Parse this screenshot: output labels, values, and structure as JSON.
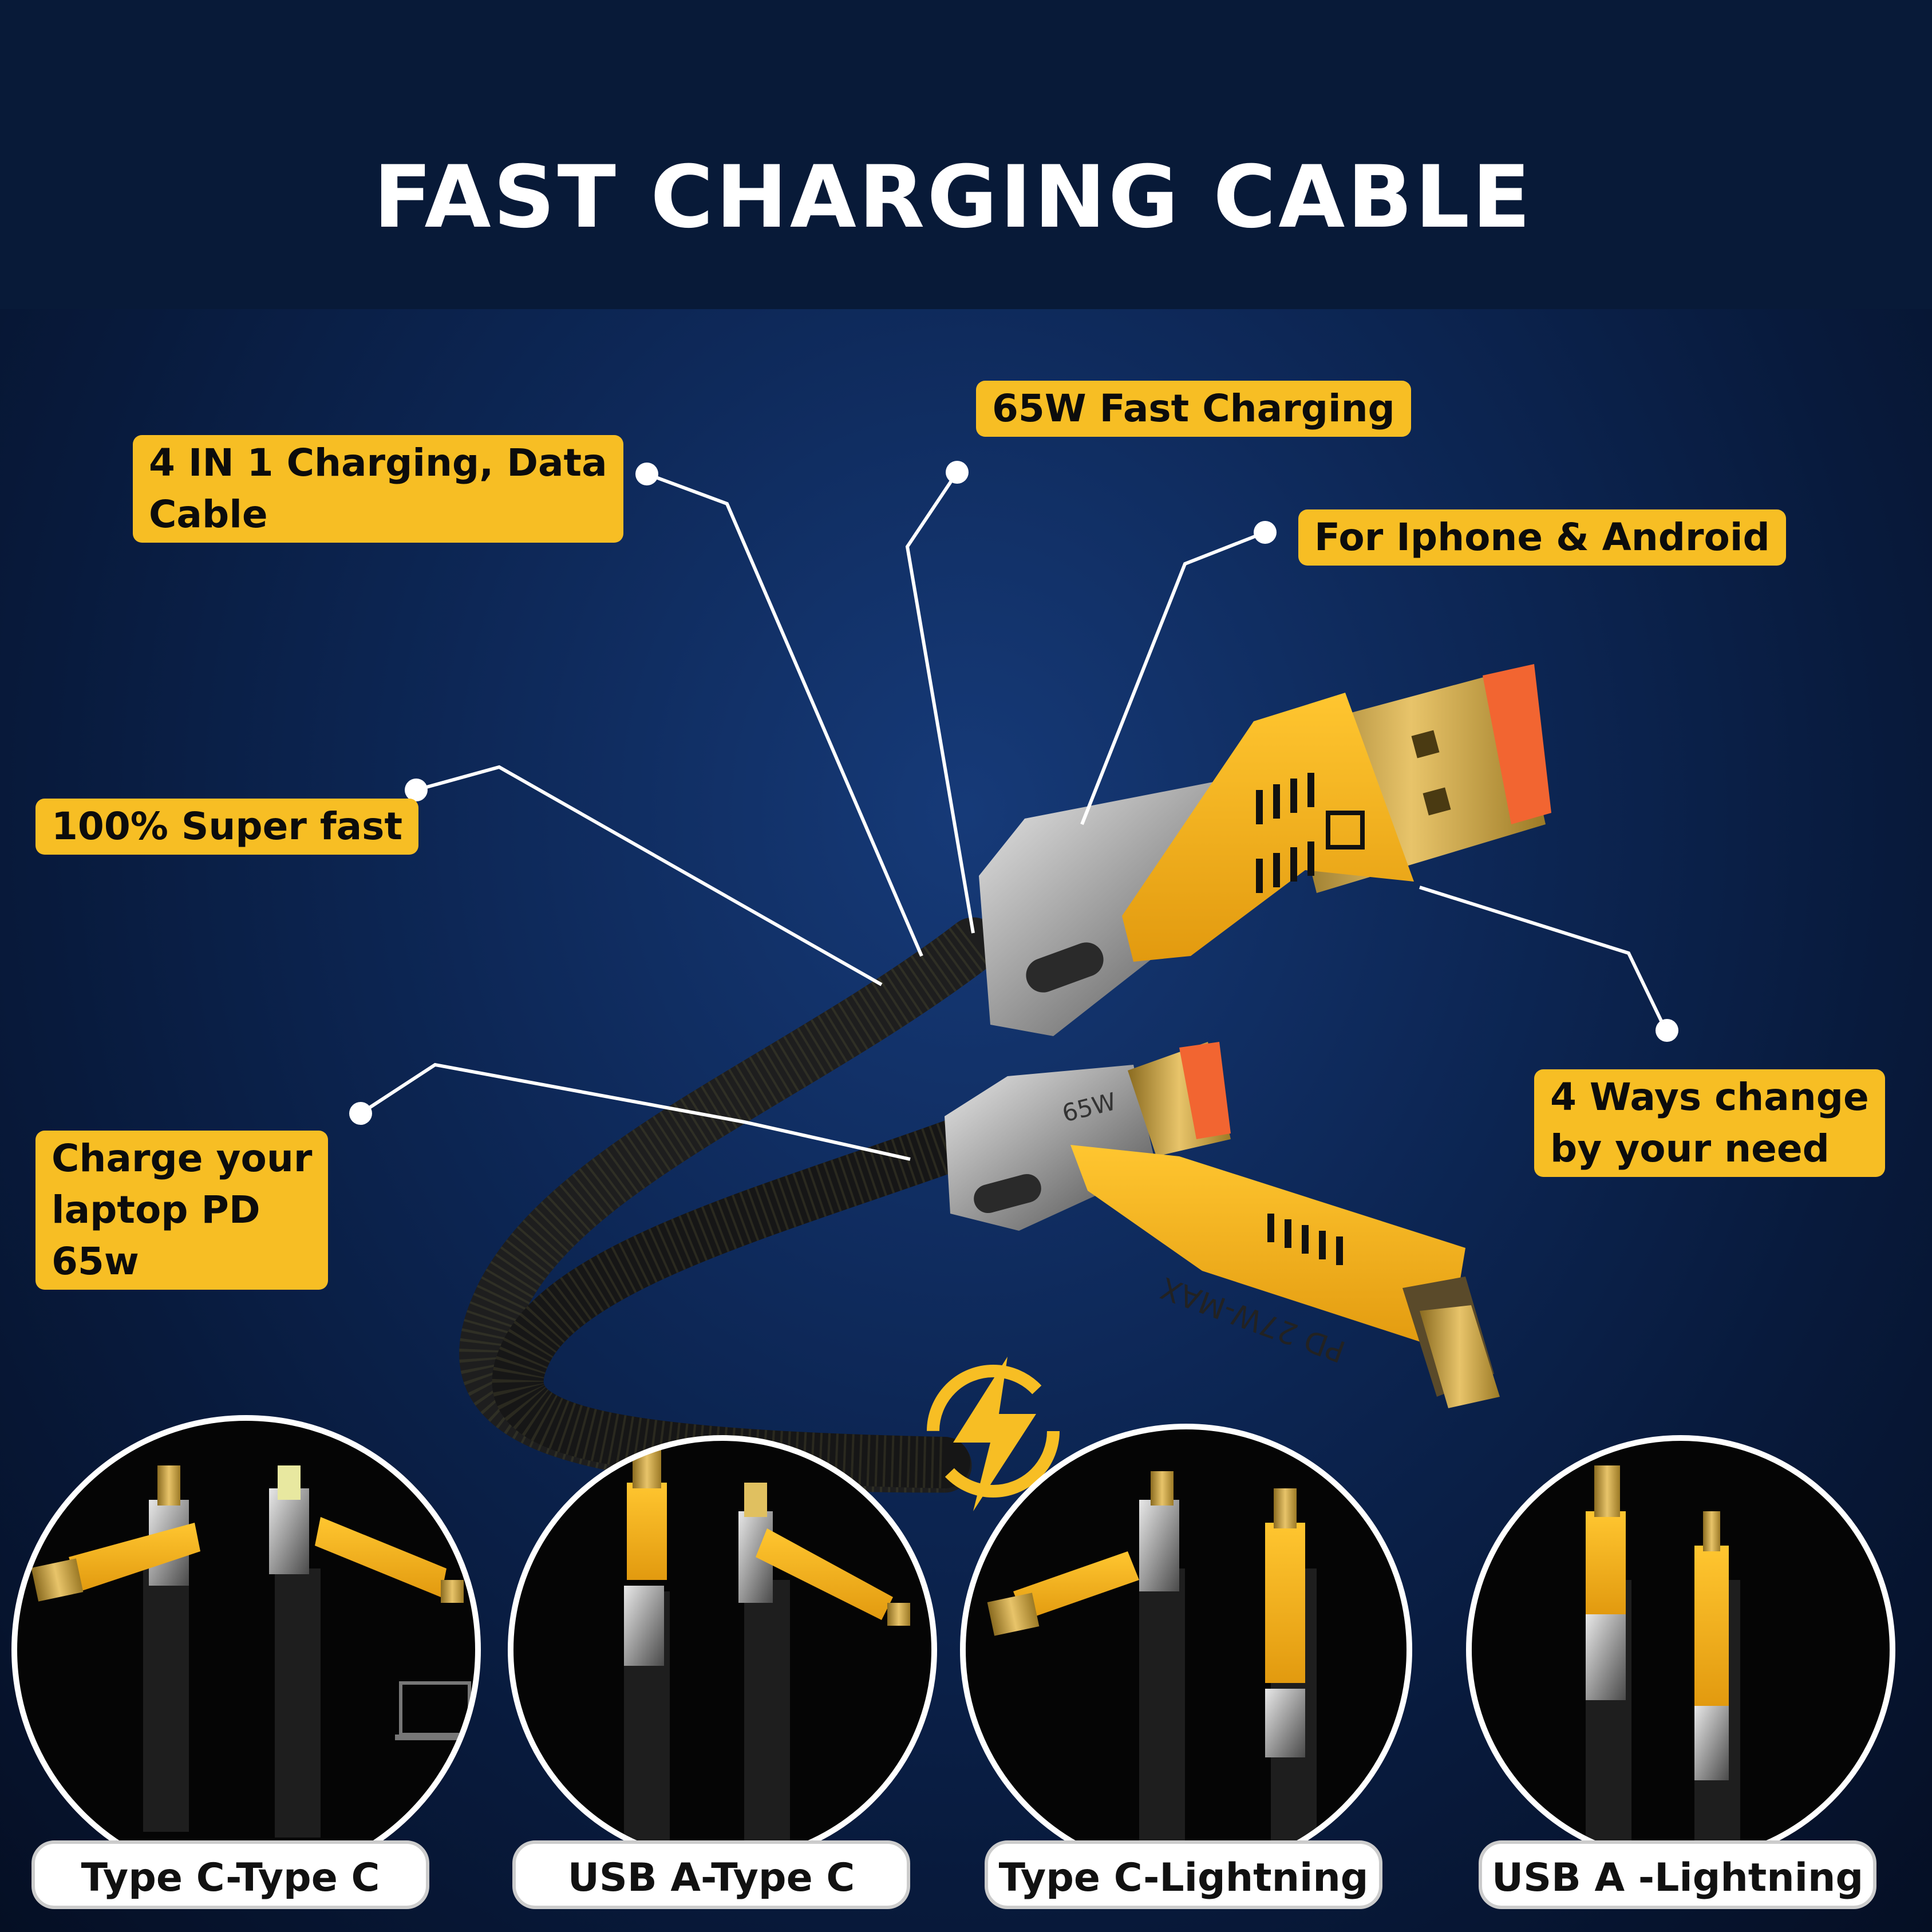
{
  "title": "FAST CHARGING CABLE",
  "callouts": {
    "data_cable": [
      "4 IN 1 Charging, Data",
      "Cable"
    ],
    "fast_65w": "65W Fast Charging",
    "iphone_android": "For Iphone & Android",
    "super_fast": "100% Super fast",
    "laptop": [
      "Charge your",
      "laptop PD",
      "65w"
    ],
    "four_ways": [
      "4 Ways change",
      "by your need"
    ]
  },
  "connector_text": {
    "pd_label": "PD 27W-MAX",
    "c_label": "65W"
  },
  "modes": [
    {
      "label": "Type C-Type C"
    },
    {
      "label": "USB A-Type C"
    },
    {
      "label": "Type C-Lightning"
    },
    {
      "label": "USB A -Lightning"
    }
  ],
  "colors": {
    "accent": "#f7be24",
    "background": "#0b2350",
    "text": "#ffffff"
  },
  "icons": [
    "lightning-bolt-icon",
    "laptop-icon"
  ]
}
